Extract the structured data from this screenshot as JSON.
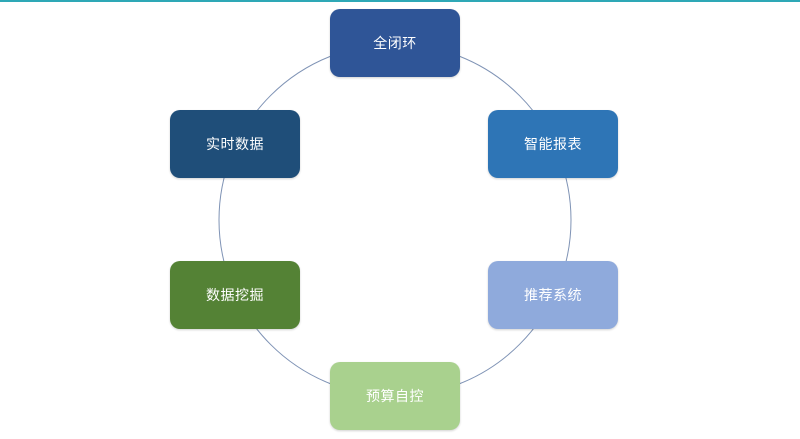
{
  "diagram": {
    "ring_color": "#7f93b5",
    "accent_color": "#2ea8b6",
    "nodes": [
      {
        "label": "全闭环",
        "color": "#2f5597"
      },
      {
        "label": "智能报表",
        "color": "#2e75b6"
      },
      {
        "label": "推荐系统",
        "color": "#8faadc"
      },
      {
        "label": "预算自控",
        "color": "#a9d18e"
      },
      {
        "label": "数据挖掘",
        "color": "#548235"
      },
      {
        "label": "实时数据",
        "color": "#1f4e79"
      }
    ]
  }
}
